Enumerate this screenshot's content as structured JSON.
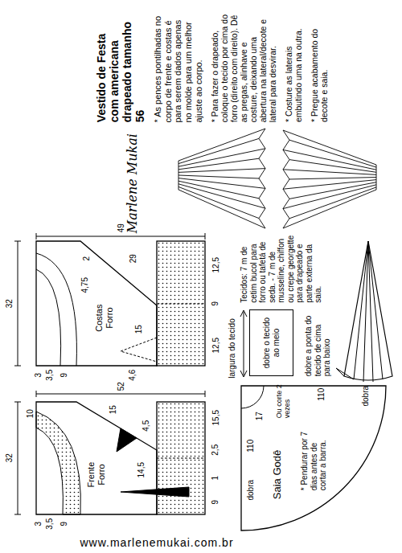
{
  "diagram": {
    "title": "Vestido de Festa com americana drapeado tamanho 56",
    "nodes": [
      {
        "text": [
          "dobre o tecido ao meio"
        ]
      }
    ],
    "labels": [
      "* As pences pontilhadas no corpo de frente e costas é para serem dados apenas no molde para um melhor ajuste ao corpo.",
      "* Para fazer o drapeado, coloque o tecido por cima do forro (direito com direito). Dê as pregas, alinhave e costure, deixando uma abertura na lateral/decote e lateral para desvirar.",
      "* Costure as laterais embutindo uma na outra.",
      "* Pregue acabamento do decote e saia.",
      "Marlene Mukai",
      "49",
      "32",
      "2",
      "4,75",
      "29",
      "Costas Forro",
      "15",
      "4,6",
      "12,5",
      "9",
      "12,5",
      "3",
      "3,5",
      "9",
      "52",
      "32",
      "10",
      "15",
      "4,5",
      "14,5",
      "Frente Forro",
      "15,5",
      "2,5",
      "1",
      "9",
      "3",
      "3,5",
      "9",
      "Tecidos: 7 m de cetim bucol para forro ou tafetá de seda. - 7 m de musseline, chiffon ou crepe georgette para drapeado e parte externa da saia.",
      "largura do tecido",
      "dobre a ponta do tecido de cima para baixo",
      "Ou corte 2 vezes",
      "17",
      "110",
      "dobra",
      "110",
      "dobra",
      "Saia Godê",
      "* Pendurar por 7 dias antes de cortar a barra.",
      "www.marlenemukai.com.br"
    ]
  }
}
